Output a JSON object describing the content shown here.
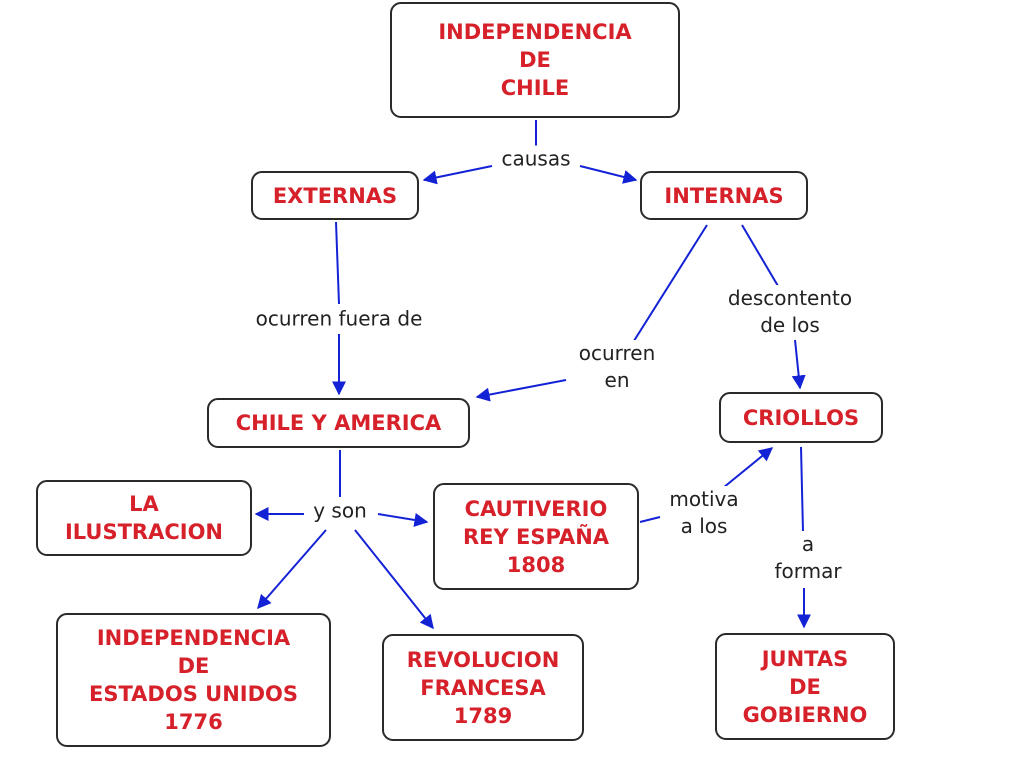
{
  "colors": {
    "node_text": "#d6202a",
    "node_border": "#2a2a2a",
    "link": "#1422d6",
    "arrow": "#1422d6"
  },
  "nodes": {
    "root": "INDEPENDENCIA\nDE\nCHILE",
    "externas": "EXTERNAS",
    "internas": "INTERNAS",
    "chile_america": "CHILE Y AMERICA",
    "criollos": "CRIOLLOS",
    "ilustracion": "LA\nILUSTRACION",
    "cautiverio": "CAUTIVERIO\nREY ESPAÑA\n1808",
    "eeuu": "INDEPENDENCIA\nDE\nESTADOS UNIDOS\n1776",
    "francesa": "REVOLUCION\nFRANCESA\n1789",
    "juntas": "JUNTAS\nDE\nGOBIERNO"
  },
  "links": {
    "causas": "causas",
    "fuera": "ocurren fuera de",
    "ocurren_en": "ocurren\nen",
    "descontento": "descontento\nde los",
    "y_son": "y son",
    "motiva": "motiva\na los",
    "a_formar": "a\nformar"
  }
}
